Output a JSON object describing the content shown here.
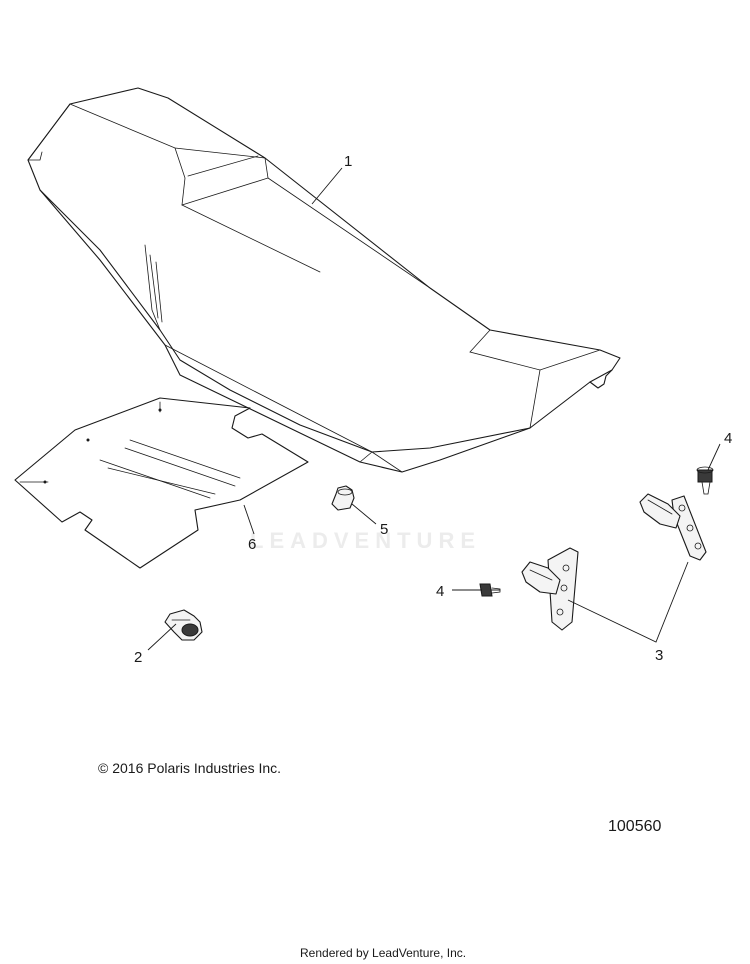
{
  "callouts": {
    "c1": "1",
    "c2": "2",
    "c3": "3",
    "c4a": "4",
    "c4b": "4",
    "c5": "5",
    "c6": "6"
  },
  "copyright": "© 2016 Polaris Industries Inc.",
  "diagram_id": "100560",
  "rendered_by": "Rendered by LeadVenture, Inc.",
  "watermark": "LEADVENTURE"
}
